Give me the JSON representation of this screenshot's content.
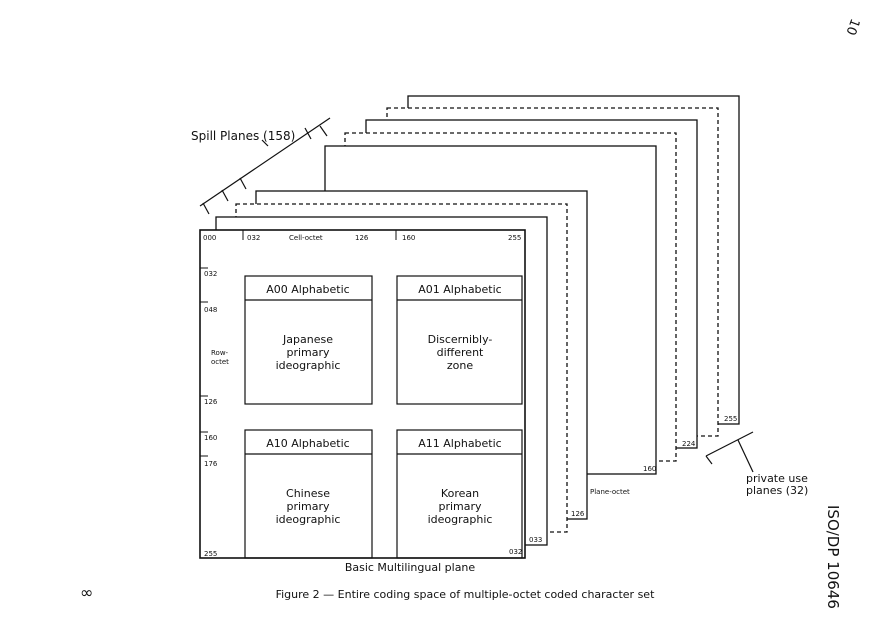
{
  "spill_planes_label": "Spill Planes (158)",
  "private_use_label_line1": "private use",
  "private_use_label_line2": "planes (32)",
  "plane_octet_label": "Plane-octet",
  "plane_numbers": {
    "p033": "033",
    "p126": "126",
    "p160": "160",
    "p224": "224",
    "p255": "255"
  },
  "bmp": {
    "cell_octet_label": "Cell-octet",
    "row_octet_line1": "Row-",
    "row_octet_line2": "octet",
    "col_ticks": {
      "c000": "000",
      "c032": "032",
      "c126": "126",
      "c160": "160",
      "c255": "255"
    },
    "row_ticks": {
      "r032": "032",
      "r048": "048",
      "r126": "126",
      "r160": "160",
      "r176": "176",
      "r255": "255"
    },
    "corner_value": "032",
    "caption": "Basic Multilingual plane"
  },
  "zones": {
    "a00": {
      "title": "A00 Alphabetic",
      "line1": "Japanese",
      "line2": "primary",
      "line3": "ideographic"
    },
    "a01": {
      "title": "A01 Alphabetic",
      "line1": "Discernibly-",
      "line2": "different",
      "line3": "zone"
    },
    "a10": {
      "title": "A10 Alphabetic",
      "line1": "Chinese",
      "line2": "primary",
      "line3": "ideographic"
    },
    "a11": {
      "title": "A11 Alphabetic",
      "line1": "Korean",
      "line2": "primary",
      "line3": "ideographic"
    }
  },
  "figure_caption": "Figure 2 — Entire coding space of multiple-octet coded character set",
  "side_label": "ISO/DP 10646",
  "page_mark": "∞",
  "corner_mark": "10"
}
